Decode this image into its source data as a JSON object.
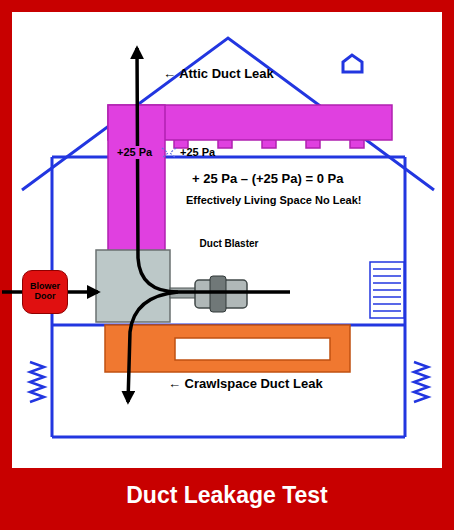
{
  "diagram": {
    "title": "Duct Leakage Test",
    "nodes": [
      {
        "text": [
          "Blower Door"
        ]
      }
    ],
    "labels": [
      "← Attic Duct Leak",
      "+25 Pa",
      "+25 Pa",
      "+ 25 Pa – (+25 Pa) = 0 Pa",
      "Effectively Living Space No Leak!",
      "Duct Blaster",
      "← Crawlspace Duct Leak"
    ]
  }
}
